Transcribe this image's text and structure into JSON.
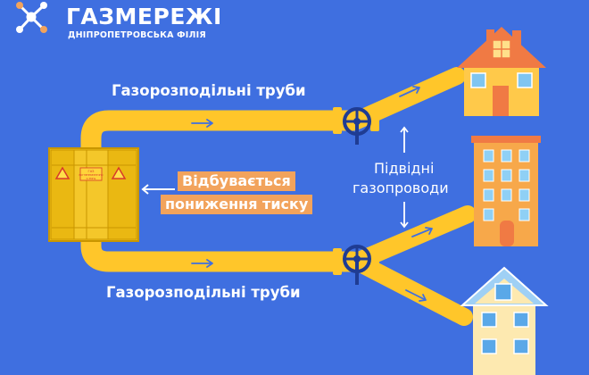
{
  "brand": {
    "name": "ГАЗМЕРЕЖІ",
    "branch": "ДНІПРОПЕТРОВСЬКА ФІЛІЯ"
  },
  "labels": {
    "pipes_top": "Газорозподільні труби",
    "pipes_bottom": "Газорозподільні труби",
    "service_line_1": "Підвідні",
    "service_line_2": "газопроводи",
    "pressure_line_1": "Відбувається",
    "pressure_line_2": "пониження тиску"
  },
  "cabinet": {
    "sign_line_1": "ГАЗ",
    "sign_line_2": "ВОГНЕНЕБЕЗПЕЧНО",
    "sign_line_3": "0.3МПа"
  },
  "colors": {
    "background": "#3f6fe0",
    "pipe": "#ffc62a",
    "pipe_arrow": "#3f6fe0",
    "valve": "#1f3c93",
    "highlight": "#f2a35c",
    "cabinet": "#f2c21a",
    "house_top_wall": "#ffc94a",
    "house_top_roof": "#f07a44",
    "building_middle": "#f7a84a",
    "house_bottom_wall": "#fde9b0",
    "house_bottom_roof": "#9fd0f5"
  }
}
